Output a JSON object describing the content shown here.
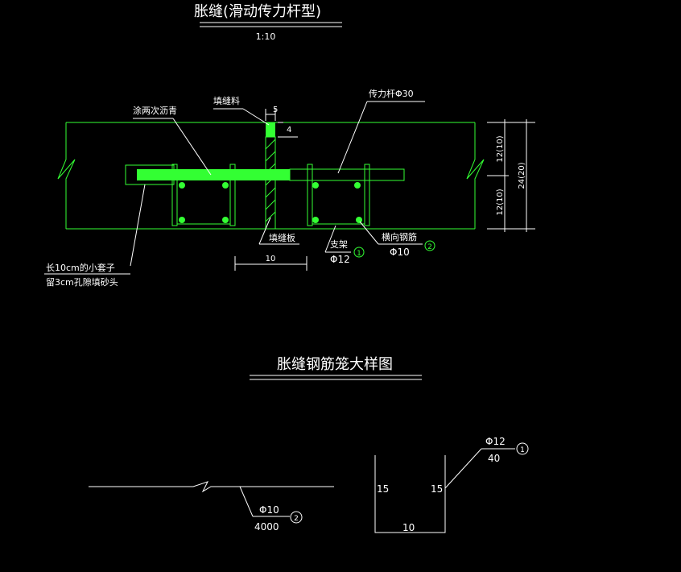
{
  "title1": "胀缝(滑动传力杆型)",
  "scale1": "1:10",
  "labels": {
    "coating": "涂两次沥青",
    "filler": "填缝料",
    "dowel": "传力杆Φ30",
    "gap": "5",
    "depth": "4",
    "board": "填缝板",
    "stand": "支架",
    "stand_spec": "Φ12",
    "stand_num": "1",
    "trans": "横向钢筋",
    "trans_spec": "Φ10",
    "trans_num": "2",
    "sleeve_line1": "长10cm的小套子",
    "sleeve_line2": "留3cm孔隙填砂头",
    "dim_bottom": "10",
    "dim_top_half": "12(10)",
    "dim_bottom_half": "12(10)",
    "dim_total": "24(20)"
  },
  "title2": "胀缝钢筋笼大样图",
  "bar2": {
    "spec": "Φ10",
    "length": "4000",
    "num": "2"
  },
  "bar1": {
    "spec": "Φ12",
    "length": "40",
    "num": "1",
    "left": "15",
    "right": "15",
    "bottom": "10"
  },
  "colors": {
    "line": "#33ff33",
    "text": "#ffffff",
    "bg": "#000000"
  }
}
